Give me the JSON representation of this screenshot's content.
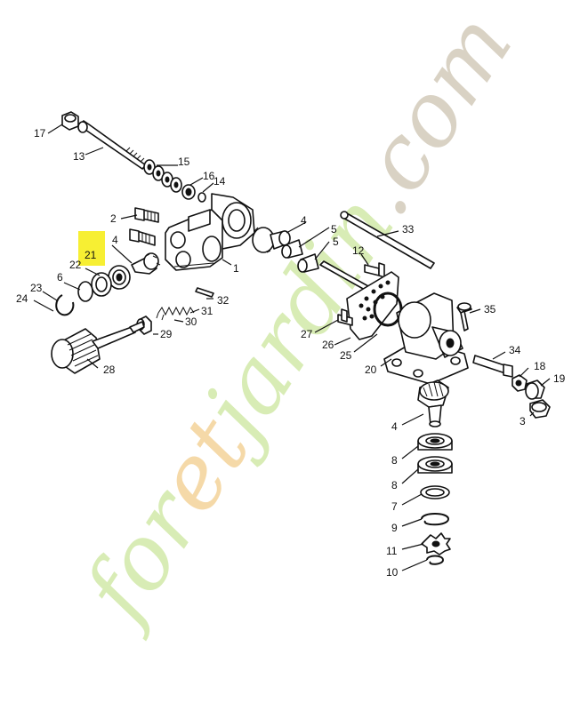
{
  "diagram": {
    "watermark": {
      "prefix": "for",
      "accent": "et",
      "rest": "jardin",
      "suffix": ".com",
      "color_main": "#d8ecb5",
      "color_accent": "#f5d9a8",
      "color_suffix": "#d9d2c4"
    },
    "highlight_color": "#f7ef33",
    "callouts": {
      "c17": "17",
      "c13": "13",
      "c15": "15",
      "c16": "16",
      "c14": "14",
      "c2": "2",
      "c21": "21",
      "c4a": "4",
      "c22": "22",
      "c6": "6",
      "c23": "23",
      "c24": "24",
      "c1": "1",
      "c32": "32",
      "c31": "31",
      "c30": "30",
      "c29": "29",
      "c28": "28",
      "c4b": "4",
      "c5a": "5",
      "c5b": "5",
      "c33": "33",
      "c12": "12",
      "c35": "35",
      "c27": "27",
      "c26": "26",
      "c25": "25",
      "c20": "20",
      "c34": "34",
      "c18": "18",
      "c19": "19",
      "c3": "3",
      "c4c": "4",
      "c8a": "8",
      "c8b": "8",
      "c7": "7",
      "c9": "9",
      "c11": "11",
      "c10": "10"
    }
  }
}
